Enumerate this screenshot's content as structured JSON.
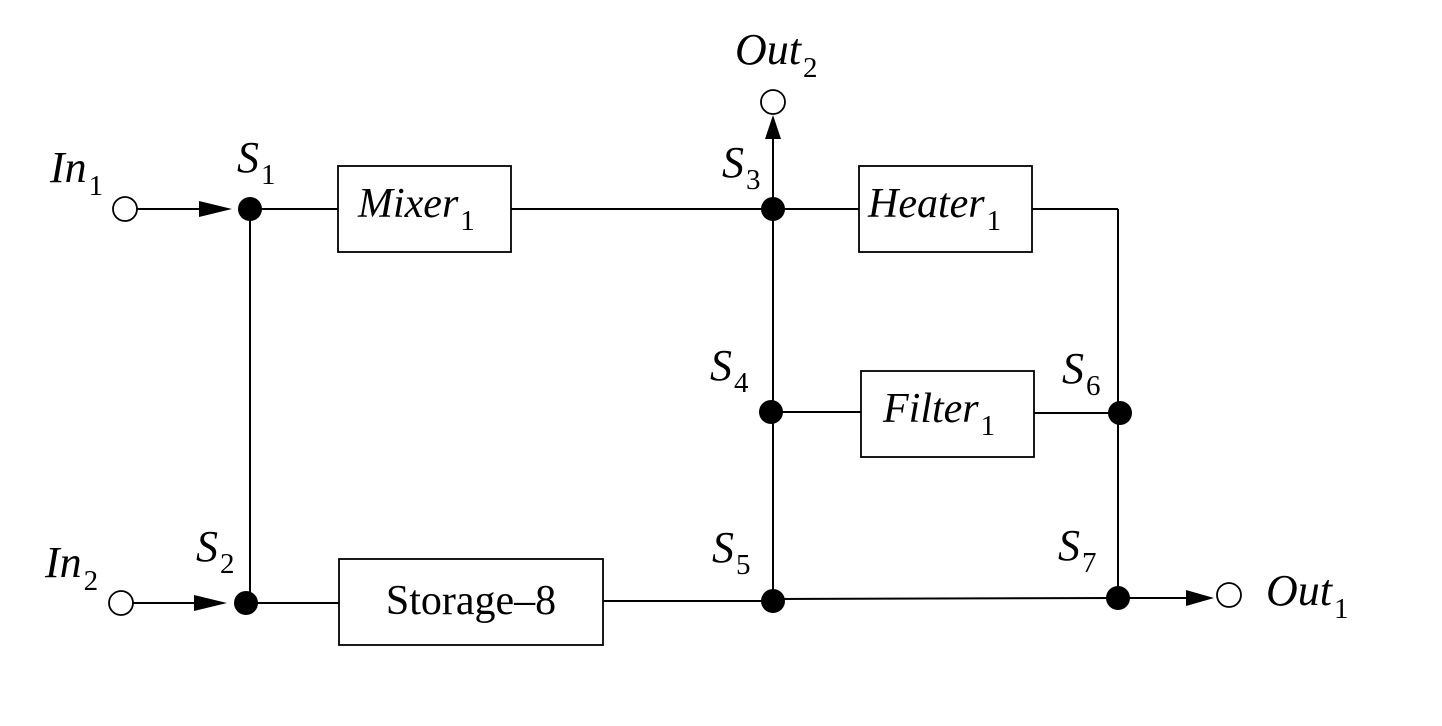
{
  "inputs": [
    {
      "name": "In",
      "sub": "1"
    },
    {
      "name": "In",
      "sub": "2"
    }
  ],
  "outputs": [
    {
      "name": "Out",
      "sub": "1"
    },
    {
      "name": "Out",
      "sub": "2"
    }
  ],
  "junctions": [
    {
      "name": "S",
      "sub": "1"
    },
    {
      "name": "S",
      "sub": "2"
    },
    {
      "name": "S",
      "sub": "3"
    },
    {
      "name": "S",
      "sub": "4"
    },
    {
      "name": "S",
      "sub": "5"
    },
    {
      "name": "S",
      "sub": "6"
    },
    {
      "name": "S",
      "sub": "7"
    }
  ],
  "components": [
    {
      "name": "Mixer",
      "sub": "1"
    },
    {
      "name": "Heater",
      "sub": "1"
    },
    {
      "name": "Filter",
      "sub": "1"
    },
    {
      "name": "Storage–8"
    }
  ]
}
